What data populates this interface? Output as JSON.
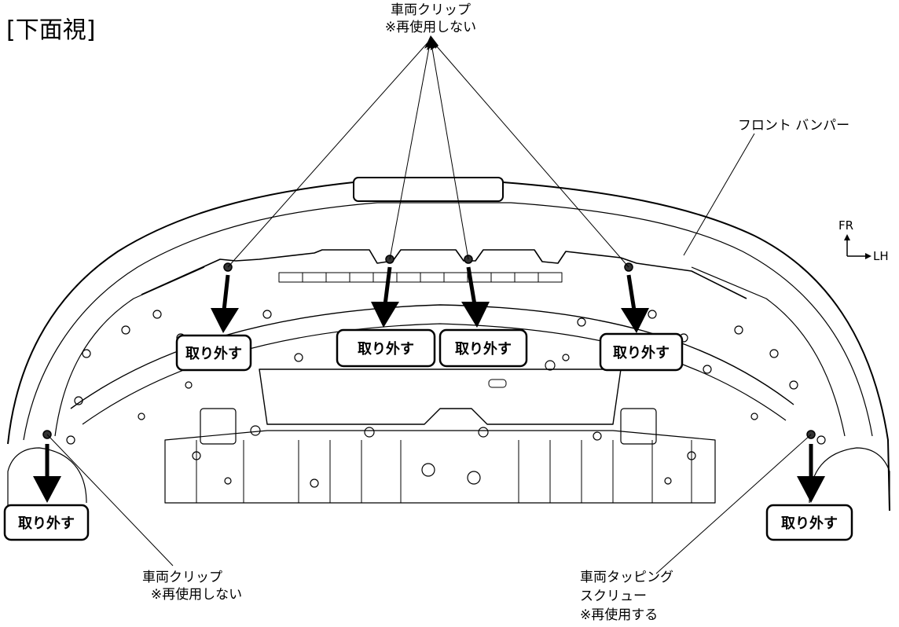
{
  "view_title": "[下面視]",
  "callouts": {
    "top_clip": [
      "車両クリップ",
      "※再使用しない"
    ],
    "front_bumper": "フロント バンパー",
    "bottom_left_clip": [
      "車両クリップ",
      "※再使用しない"
    ],
    "bottom_right_screw": [
      "車両タッピング",
      "スクリュー",
      "※再使用する"
    ]
  },
  "orientation": {
    "forward": "FR",
    "left": "LH"
  },
  "action_label": "取り外す",
  "action_boxes": [
    "取り外す",
    "取り外す",
    "取り外す",
    "取り外す",
    "取り外す",
    "取り外す"
  ],
  "colors": {
    "ink": "#000000",
    "paper": "#ffffff"
  }
}
